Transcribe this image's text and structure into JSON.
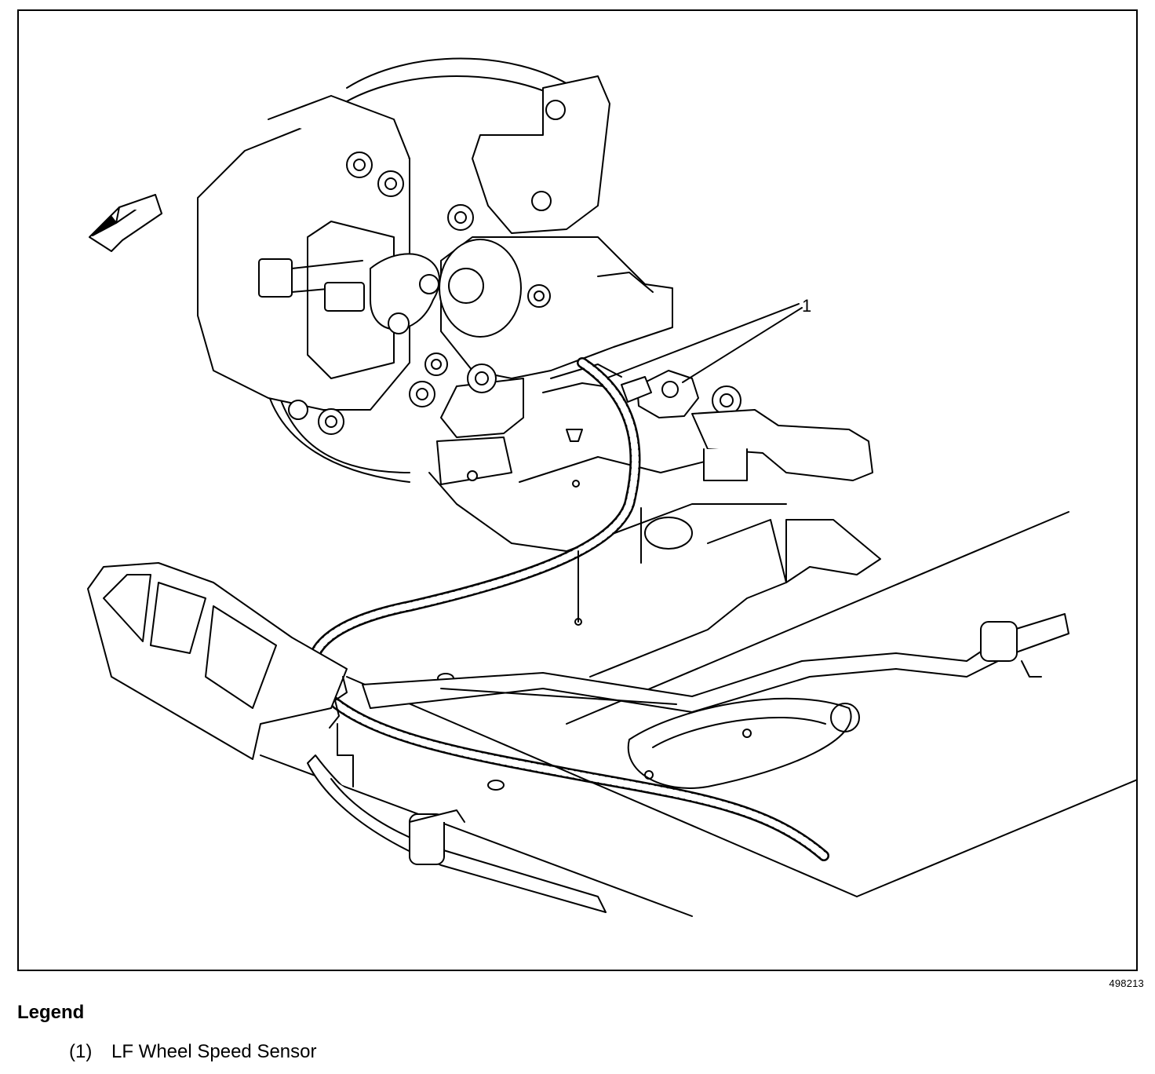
{
  "figure": {
    "id": "498213",
    "callout": "1",
    "icons": [
      "direction-arrow-icon"
    ]
  },
  "legend": {
    "heading": "Legend",
    "items": [
      {
        "number": "(1)",
        "label": "LF Wheel Speed Sensor"
      }
    ]
  }
}
